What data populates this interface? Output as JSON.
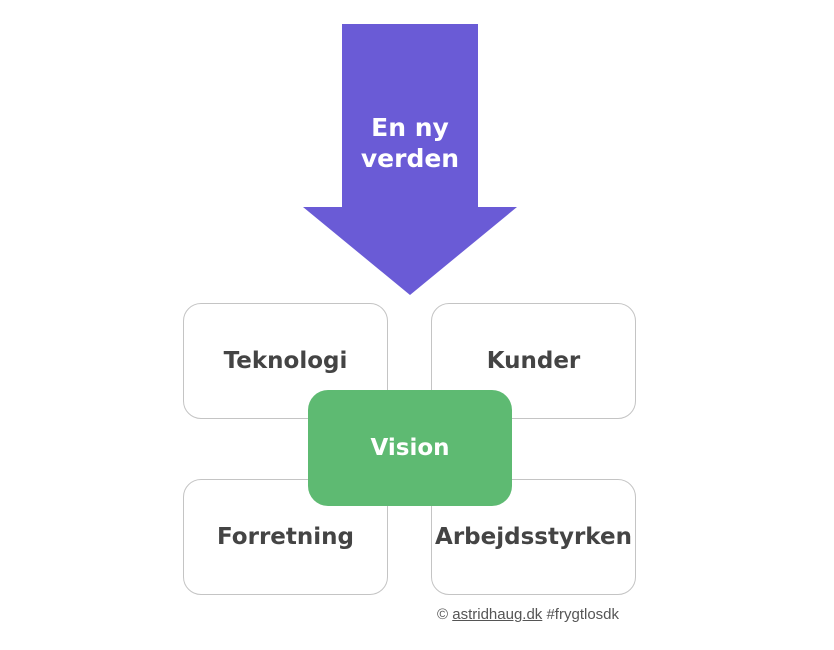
{
  "colors": {
    "arrow": "#6A5BD6",
    "vision": "#5EBA72",
    "box_border": "#C4C4C4",
    "box_text": "#444444"
  },
  "arrow": {
    "lines": [
      "En ny",
      "verden"
    ]
  },
  "boxes": {
    "top_left": "Teknologi",
    "top_right": "Kunder",
    "bottom_left": "Forretning",
    "bottom_right": "Arbejdsstyrken"
  },
  "center": {
    "label": "Vision"
  },
  "credit": {
    "symbol": "©",
    "link": "astridhaug.dk",
    "hashtag": "#frygtlosdk"
  }
}
